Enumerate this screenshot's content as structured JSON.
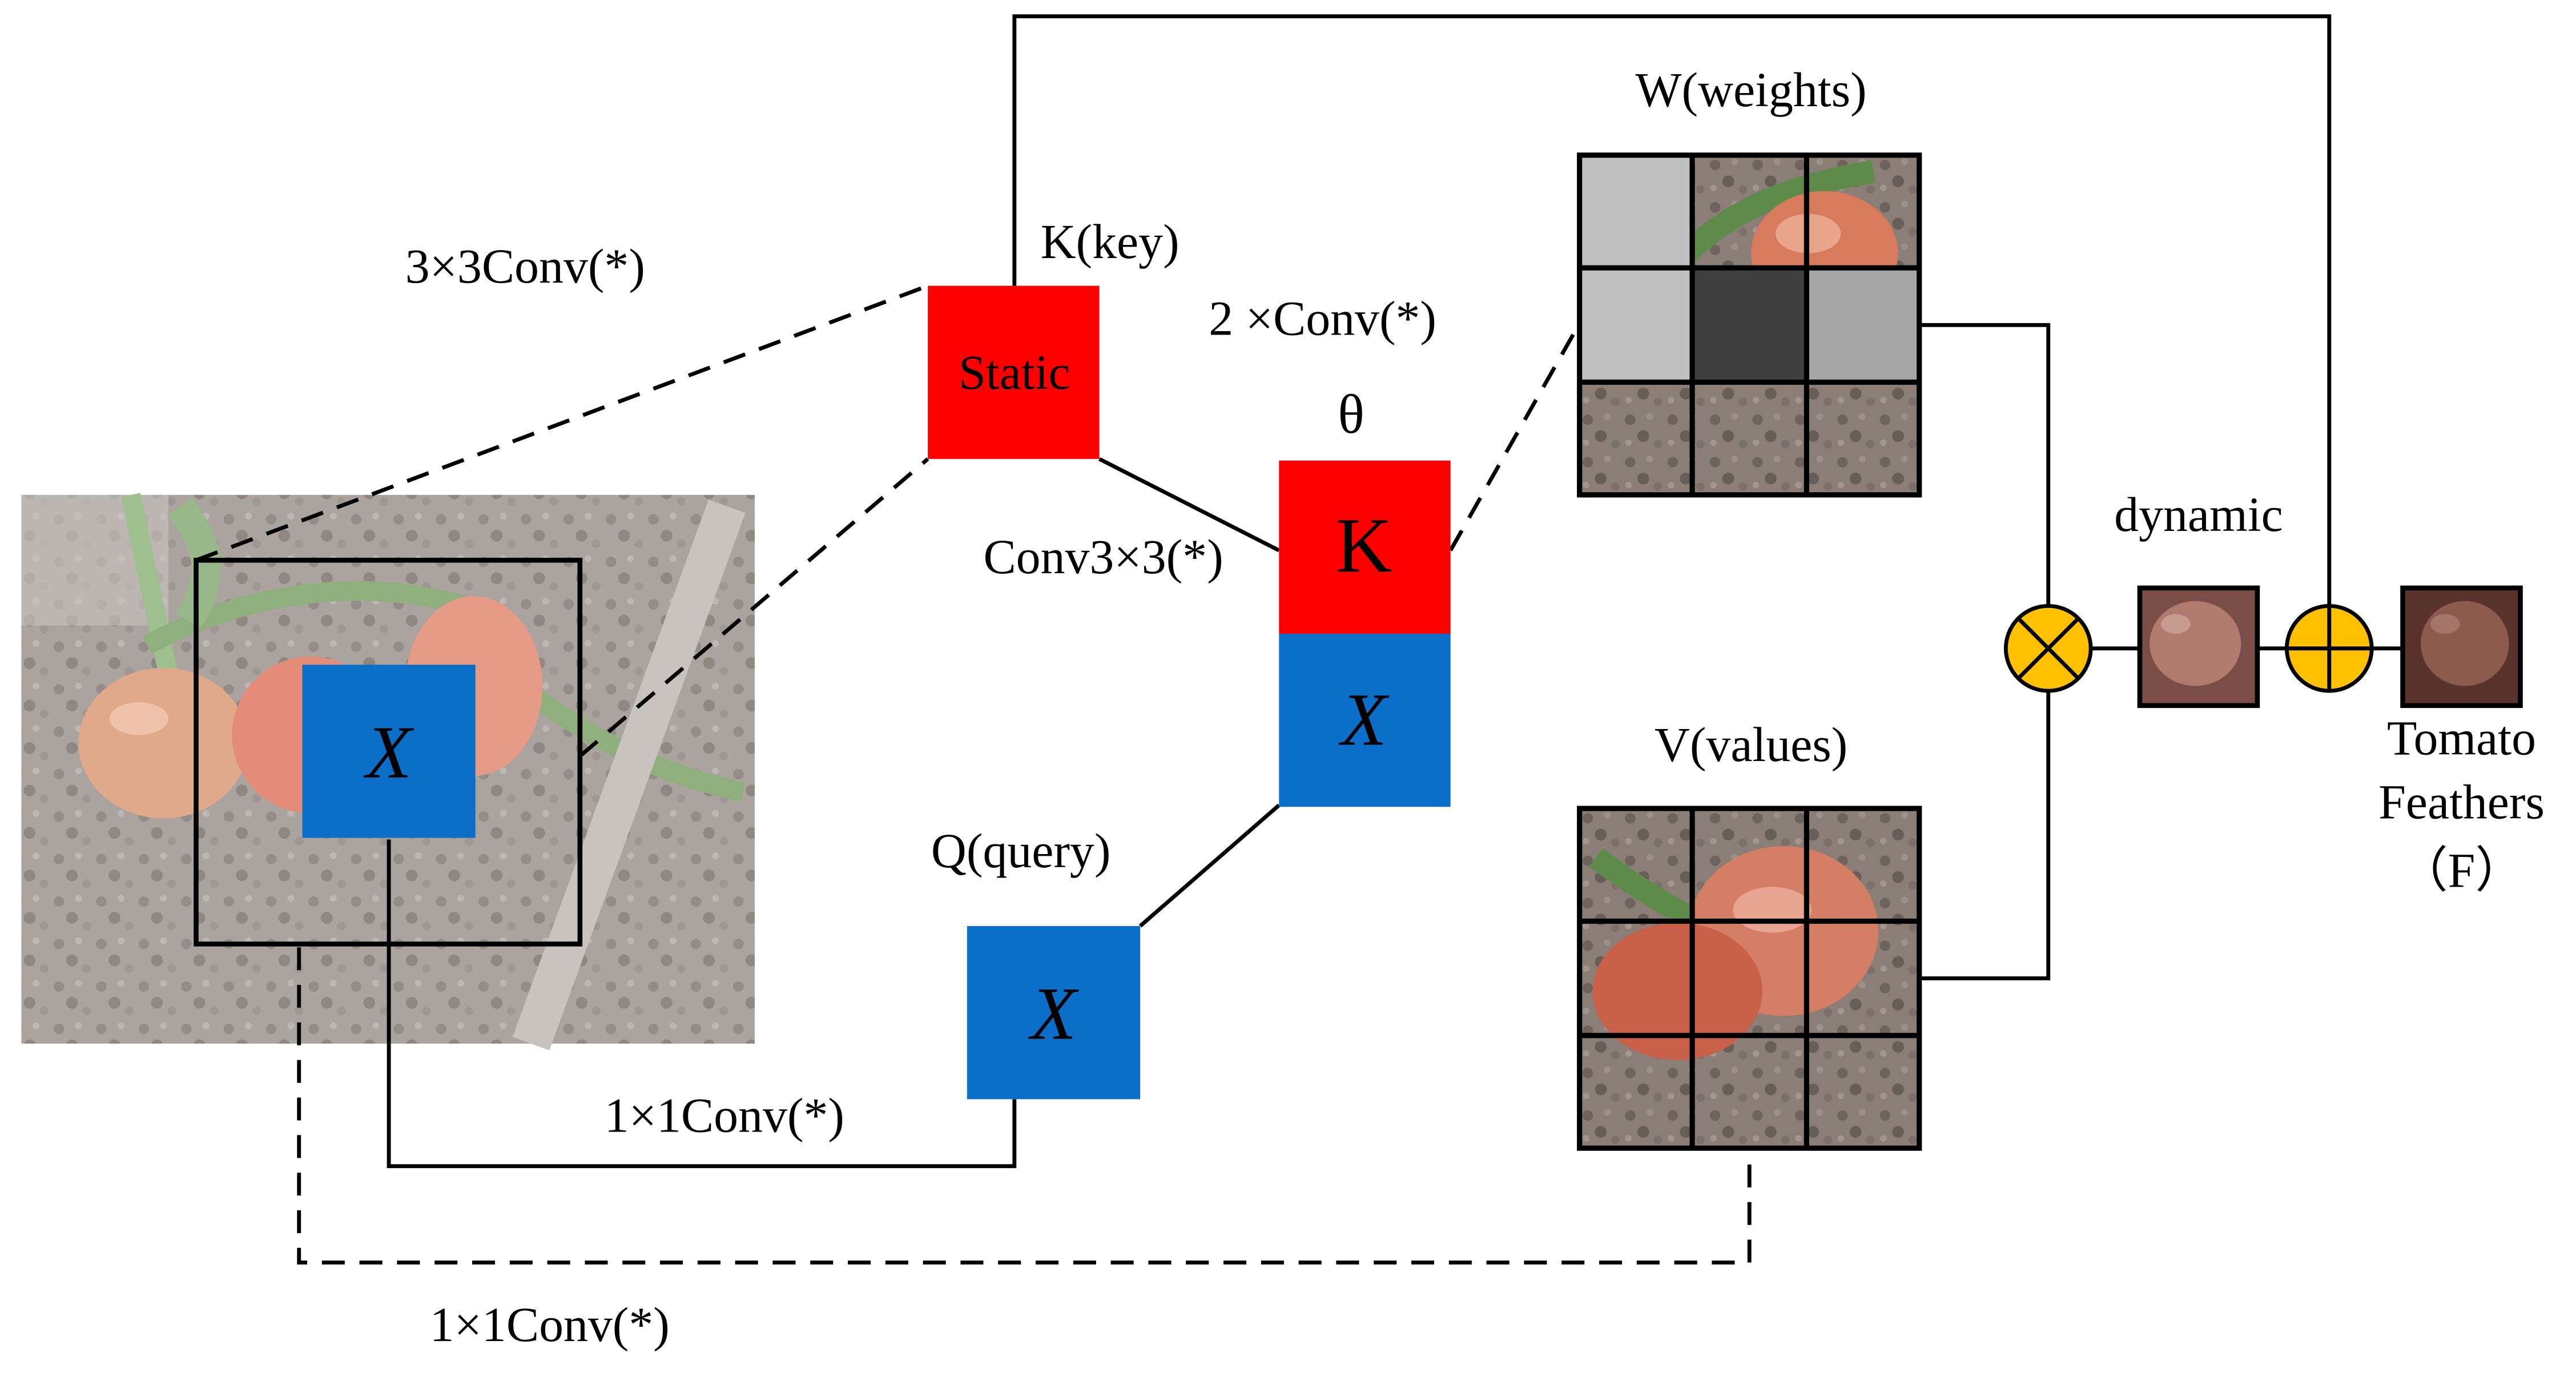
{
  "labels": {
    "conv3x3_left": "3×3Conv(*)",
    "key": "K(key)",
    "static": "Static",
    "two_conv": "2 ×Conv(*)",
    "theta": "θ",
    "conv3x3_mid": "Conv3×3(*)",
    "k_letter": "K",
    "x_letter": "X",
    "query": "Q(query)",
    "conv1x1_solid": "1×1Conv(*)",
    "conv1x1_dashed": "1×1Conv(*)",
    "weights": "W(weights)",
    "values": "V(values)",
    "dynamic": "dynamic",
    "output_line1": "Tomato",
    "output_line2": "Feathers",
    "output_line3": "（F）"
  },
  "colors": {
    "red": "#ff0000",
    "blue": "#0b6ec9",
    "op_fill": "#ffc000",
    "line": "#000000",
    "cell_light": "#c0c0c0",
    "cell_mid": "#a6a6a6",
    "cell_dark": "#3f3f3f"
  },
  "icons": {
    "multiply": "circled-times-icon",
    "add": "circled-plus-icon"
  }
}
